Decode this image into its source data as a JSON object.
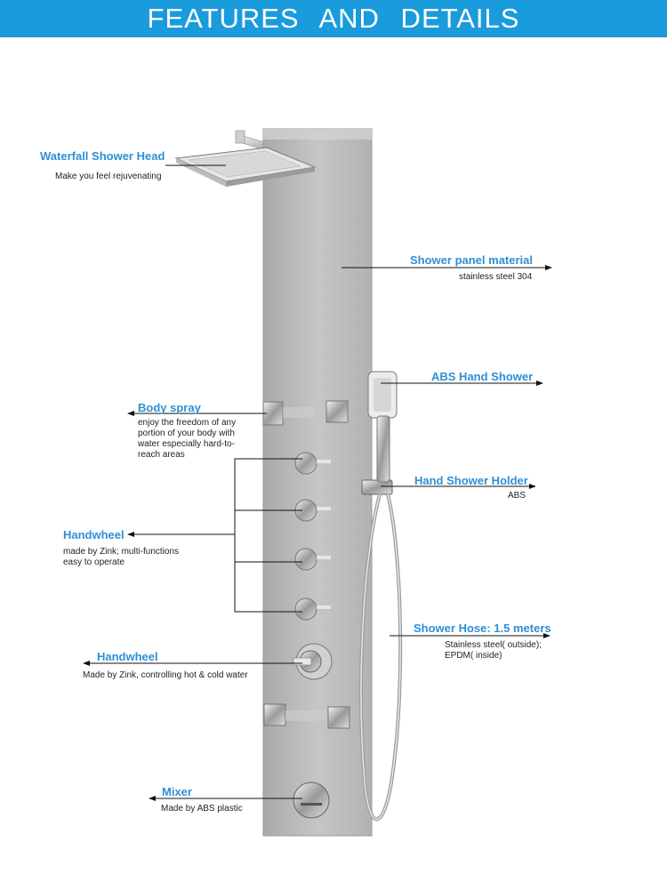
{
  "banner": {
    "title": "FEATURES AND DETAILS"
  },
  "colors": {
    "banner": "#1a9bdc",
    "accent": "#2e8fd6",
    "text": "#222222",
    "panel": "#b8b8b8"
  },
  "features": {
    "shower_head": {
      "title": "Waterfall Shower Head",
      "desc": "Make you feel rejuvenating"
    },
    "panel_material": {
      "title": "Shower panel material",
      "desc": "stainless steel 304"
    },
    "hand_shower": {
      "title": "ABS Hand Shower"
    },
    "body_spray": {
      "title": "Body spray",
      "desc": "enjoy the freedom of any\nportion of your body with\nwater especially hard-to-\nreach areas"
    },
    "holder": {
      "title": "Hand Shower Holder",
      "desc": "ABS"
    },
    "handwheel_multi": {
      "title": "Handwheel",
      "desc": "made by Zink;  multi-functions\neasy to operate"
    },
    "hose": {
      "title": "Shower Hose: 1.5 meters",
      "desc": "Stainless steel( outside);\nEPDM( inside)"
    },
    "handwheel_temp": {
      "title": "Handwheel",
      "desc": "Made by Zink, controlling hot & cold water"
    },
    "mixer": {
      "title": "Mixer",
      "desc": "Made by ABS plastic"
    }
  }
}
